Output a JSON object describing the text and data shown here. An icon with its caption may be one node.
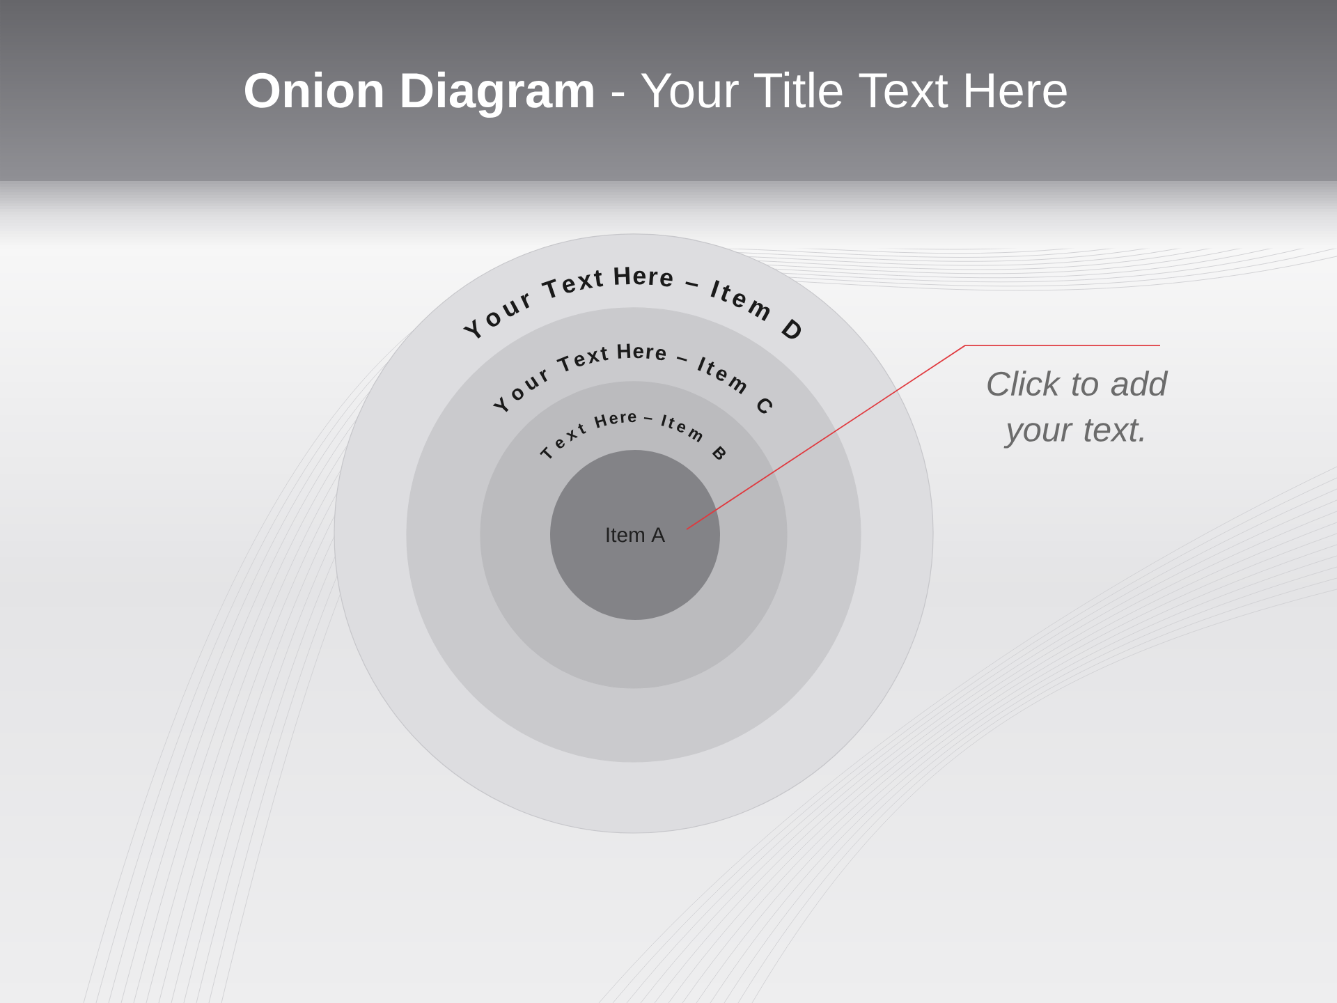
{
  "diagram": {
    "title": "**Onion Diagram** - Your Title Text Here",
    "nodes": [
      {
        "text": [
          "Your Text Here – Item D"
        ]
      },
      {
        "text": [
          "Your Text Here – Item C"
        ],
        "in": 0
      },
      {
        "text": [
          "Text Here – Item B"
        ],
        "in": 1
      },
      {
        "text": [
          "Item A"
        ],
        "in": 2
      },
      {
        "text": [
          "Click to add your text."
        ]
      }
    ],
    "edges": [
      {
        "from": 4,
        "to": 3,
        "arrow": "none",
        "color": "#e0393e"
      }
    ]
  }
}
